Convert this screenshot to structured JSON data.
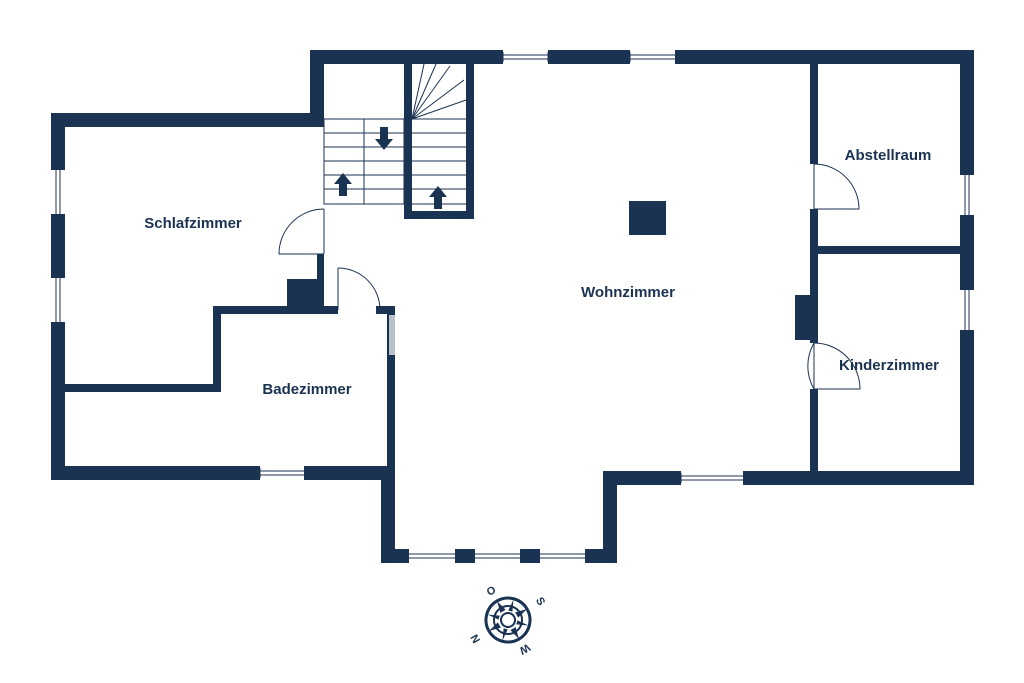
{
  "colors": {
    "wall": "#1b3352",
    "background": "#ffffff",
    "window_gray": "#b8c0c9"
  },
  "rooms": {
    "schlafzimmer": "Schlafzimmer",
    "badezimmer": "Badezimmer",
    "wohnzimmer": "Wohnzimmer",
    "abstellraum": "Abstellraum",
    "kinderzimmer": "Kinderzimmer"
  },
  "compass": {
    "n": "N",
    "o": "O",
    "s": "S",
    "w": "W"
  },
  "icons": [
    "stair-up-arrow-icon",
    "stair-down-arrow-icon",
    "compass-rose-icon"
  ]
}
